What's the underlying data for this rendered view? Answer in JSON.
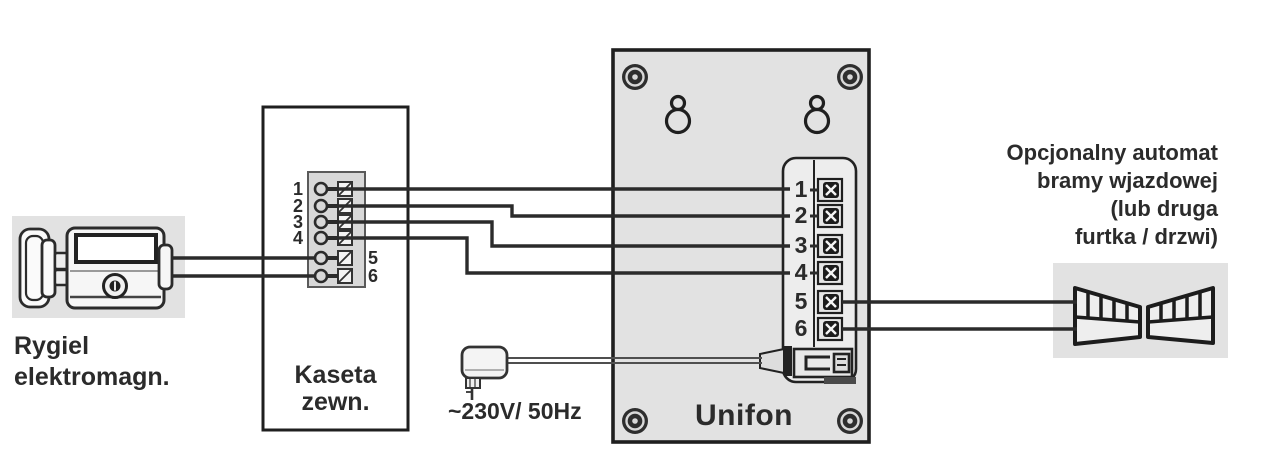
{
  "lock": {
    "label_line1": "Rygiel",
    "label_line2": "elektromagn."
  },
  "kaseta": {
    "label_line1": "Kaseta",
    "label_line2": "zewn.",
    "terminals": [
      "1",
      "2",
      "3",
      "4",
      "5",
      "6"
    ]
  },
  "unifon": {
    "label": "Unifon",
    "terminals": [
      "1",
      "2",
      "3",
      "4",
      "5",
      "6"
    ]
  },
  "power": {
    "label": "~230V/ 50Hz"
  },
  "gate": {
    "caption_lines": [
      "Opcjonalny automat",
      "bramy wjazdowej",
      "(lub druga",
      "furtka / drzwi)"
    ]
  },
  "colors": {
    "module_fill": "#e2e2e2",
    "wire": "#2b2b2b",
    "text": "#2b2b2b",
    "background": "#ffffff"
  }
}
